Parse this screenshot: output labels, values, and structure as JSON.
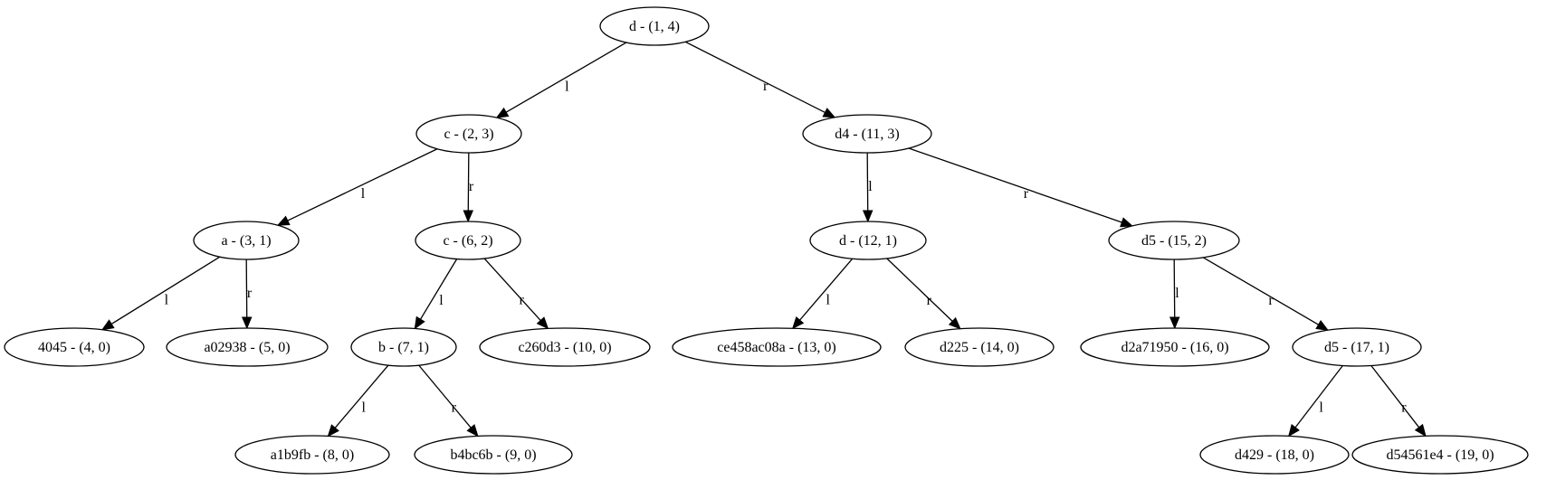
{
  "nodes": [
    {
      "id": "n1",
      "label": "d - (1, 4)"
    },
    {
      "id": "n2",
      "label": "c - (2, 3)"
    },
    {
      "id": "n3",
      "label": "a - (3, 1)"
    },
    {
      "id": "n4",
      "label": "4045 - (4, 0)"
    },
    {
      "id": "n5",
      "label": "a02938 - (5, 0)"
    },
    {
      "id": "n6",
      "label": "c - (6, 2)"
    },
    {
      "id": "n7",
      "label": "b - (7, 1)"
    },
    {
      "id": "n8",
      "label": "a1b9fb - (8, 0)"
    },
    {
      "id": "n9",
      "label": "b4bc6b - (9, 0)"
    },
    {
      "id": "n10",
      "label": "c260d3 - (10, 0)"
    },
    {
      "id": "n11",
      "label": "d4 - (11, 3)"
    },
    {
      "id": "n12",
      "label": "d - (12, 1)"
    },
    {
      "id": "n13",
      "label": "ce458ac08a - (13, 0)"
    },
    {
      "id": "n14",
      "label": "d225 - (14, 0)"
    },
    {
      "id": "n15",
      "label": "d5 - (15, 2)"
    },
    {
      "id": "n16",
      "label": "d2a71950 - (16, 0)"
    },
    {
      "id": "n17",
      "label": "d5 - (17, 1)"
    },
    {
      "id": "n18",
      "label": "d429 - (18, 0)"
    },
    {
      "id": "n19",
      "label": "d54561e4 - (19, 0)"
    }
  ],
  "edges": [
    {
      "from": "n1",
      "to": "n2",
      "label": "l"
    },
    {
      "from": "n1",
      "to": "n11",
      "label": "r"
    },
    {
      "from": "n2",
      "to": "n3",
      "label": "l"
    },
    {
      "from": "n2",
      "to": "n6",
      "label": "r"
    },
    {
      "from": "n3",
      "to": "n4",
      "label": "l"
    },
    {
      "from": "n3",
      "to": "n5",
      "label": "r"
    },
    {
      "from": "n6",
      "to": "n7",
      "label": "l"
    },
    {
      "from": "n6",
      "to": "n10",
      "label": "r"
    },
    {
      "from": "n7",
      "to": "n8",
      "label": "l"
    },
    {
      "from": "n7",
      "to": "n9",
      "label": "r"
    },
    {
      "from": "n11",
      "to": "n12",
      "label": "l"
    },
    {
      "from": "n11",
      "to": "n15",
      "label": "r"
    },
    {
      "from": "n12",
      "to": "n13",
      "label": "l"
    },
    {
      "from": "n12",
      "to": "n14",
      "label": "r"
    },
    {
      "from": "n15",
      "to": "n16",
      "label": "l"
    },
    {
      "from": "n15",
      "to": "n17",
      "label": "r"
    },
    {
      "from": "n17",
      "to": "n18",
      "label": "l"
    },
    {
      "from": "n17",
      "to": "n19",
      "label": "r"
    }
  ]
}
